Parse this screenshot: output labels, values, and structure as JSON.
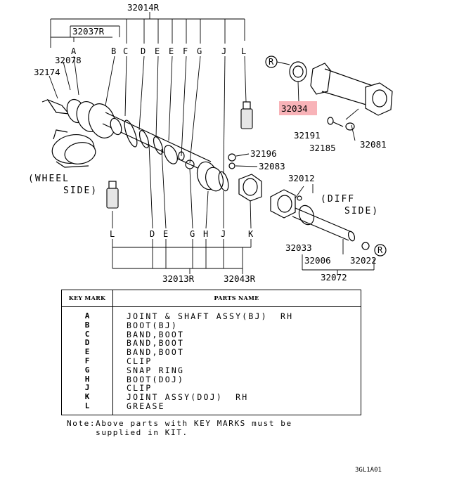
{
  "diagram": {
    "part_numbers": {
      "p32014R": "32014R",
      "p32037R": "32037R",
      "p32078": "32078",
      "p32174": "32174",
      "p32034": "32034",
      "p32191": "32191",
      "p32185": "32185",
      "p32081": "32081",
      "p32196": "32196",
      "p32083": "32083",
      "p32012": "32012",
      "p32033": "32033",
      "p32006": "32006",
      "p32022": "32022",
      "p32072": "32072",
      "p32013R": "32013R",
      "p32043R": "32043R"
    },
    "key_marks_top": [
      "A",
      "B",
      "C",
      "D",
      "E",
      "F",
      "G",
      "J",
      "L"
    ],
    "key_marks_bottom": [
      "L",
      "D",
      "E",
      "G",
      "H",
      "J",
      "K"
    ],
    "r_symbol": "R",
    "wheel_side_line1": "(WHEEL",
    "wheel_side_line2": "SIDE)",
    "diff_side_line1": "(DIFF",
    "diff_side_line2": "SIDE)",
    "highlight_color": "#f8b3b8",
    "highlighted_part": "32034"
  },
  "table": {
    "header_key": "KEY MARK",
    "header_name": "PARTS NAME",
    "rows": [
      {
        "key": "A",
        "name": "JOINT & SHAFT ASSY(BJ)  RH"
      },
      {
        "key": "B",
        "name": "BOOT(BJ)"
      },
      {
        "key": "C",
        "name": "BAND,BOOT"
      },
      {
        "key": "D",
        "name": "BAND,BOOT"
      },
      {
        "key": "E",
        "name": "BAND,BOOT"
      },
      {
        "key": "F",
        "name": "CLIP"
      },
      {
        "key": "G",
        "name": "SNAP RING"
      },
      {
        "key": "H",
        "name": "BOOT(DOJ)"
      },
      {
        "key": "J",
        "name": "CLIP"
      },
      {
        "key": "K",
        "name": "JOINT ASSY(DOJ)  RH"
      },
      {
        "key": "L",
        "name": "GREASE"
      }
    ]
  },
  "note": {
    "line1": "Note:Above parts with KEY MARKS must be",
    "line2": "     supplied in KIT."
  },
  "drawing_code": "3GL1A01"
}
